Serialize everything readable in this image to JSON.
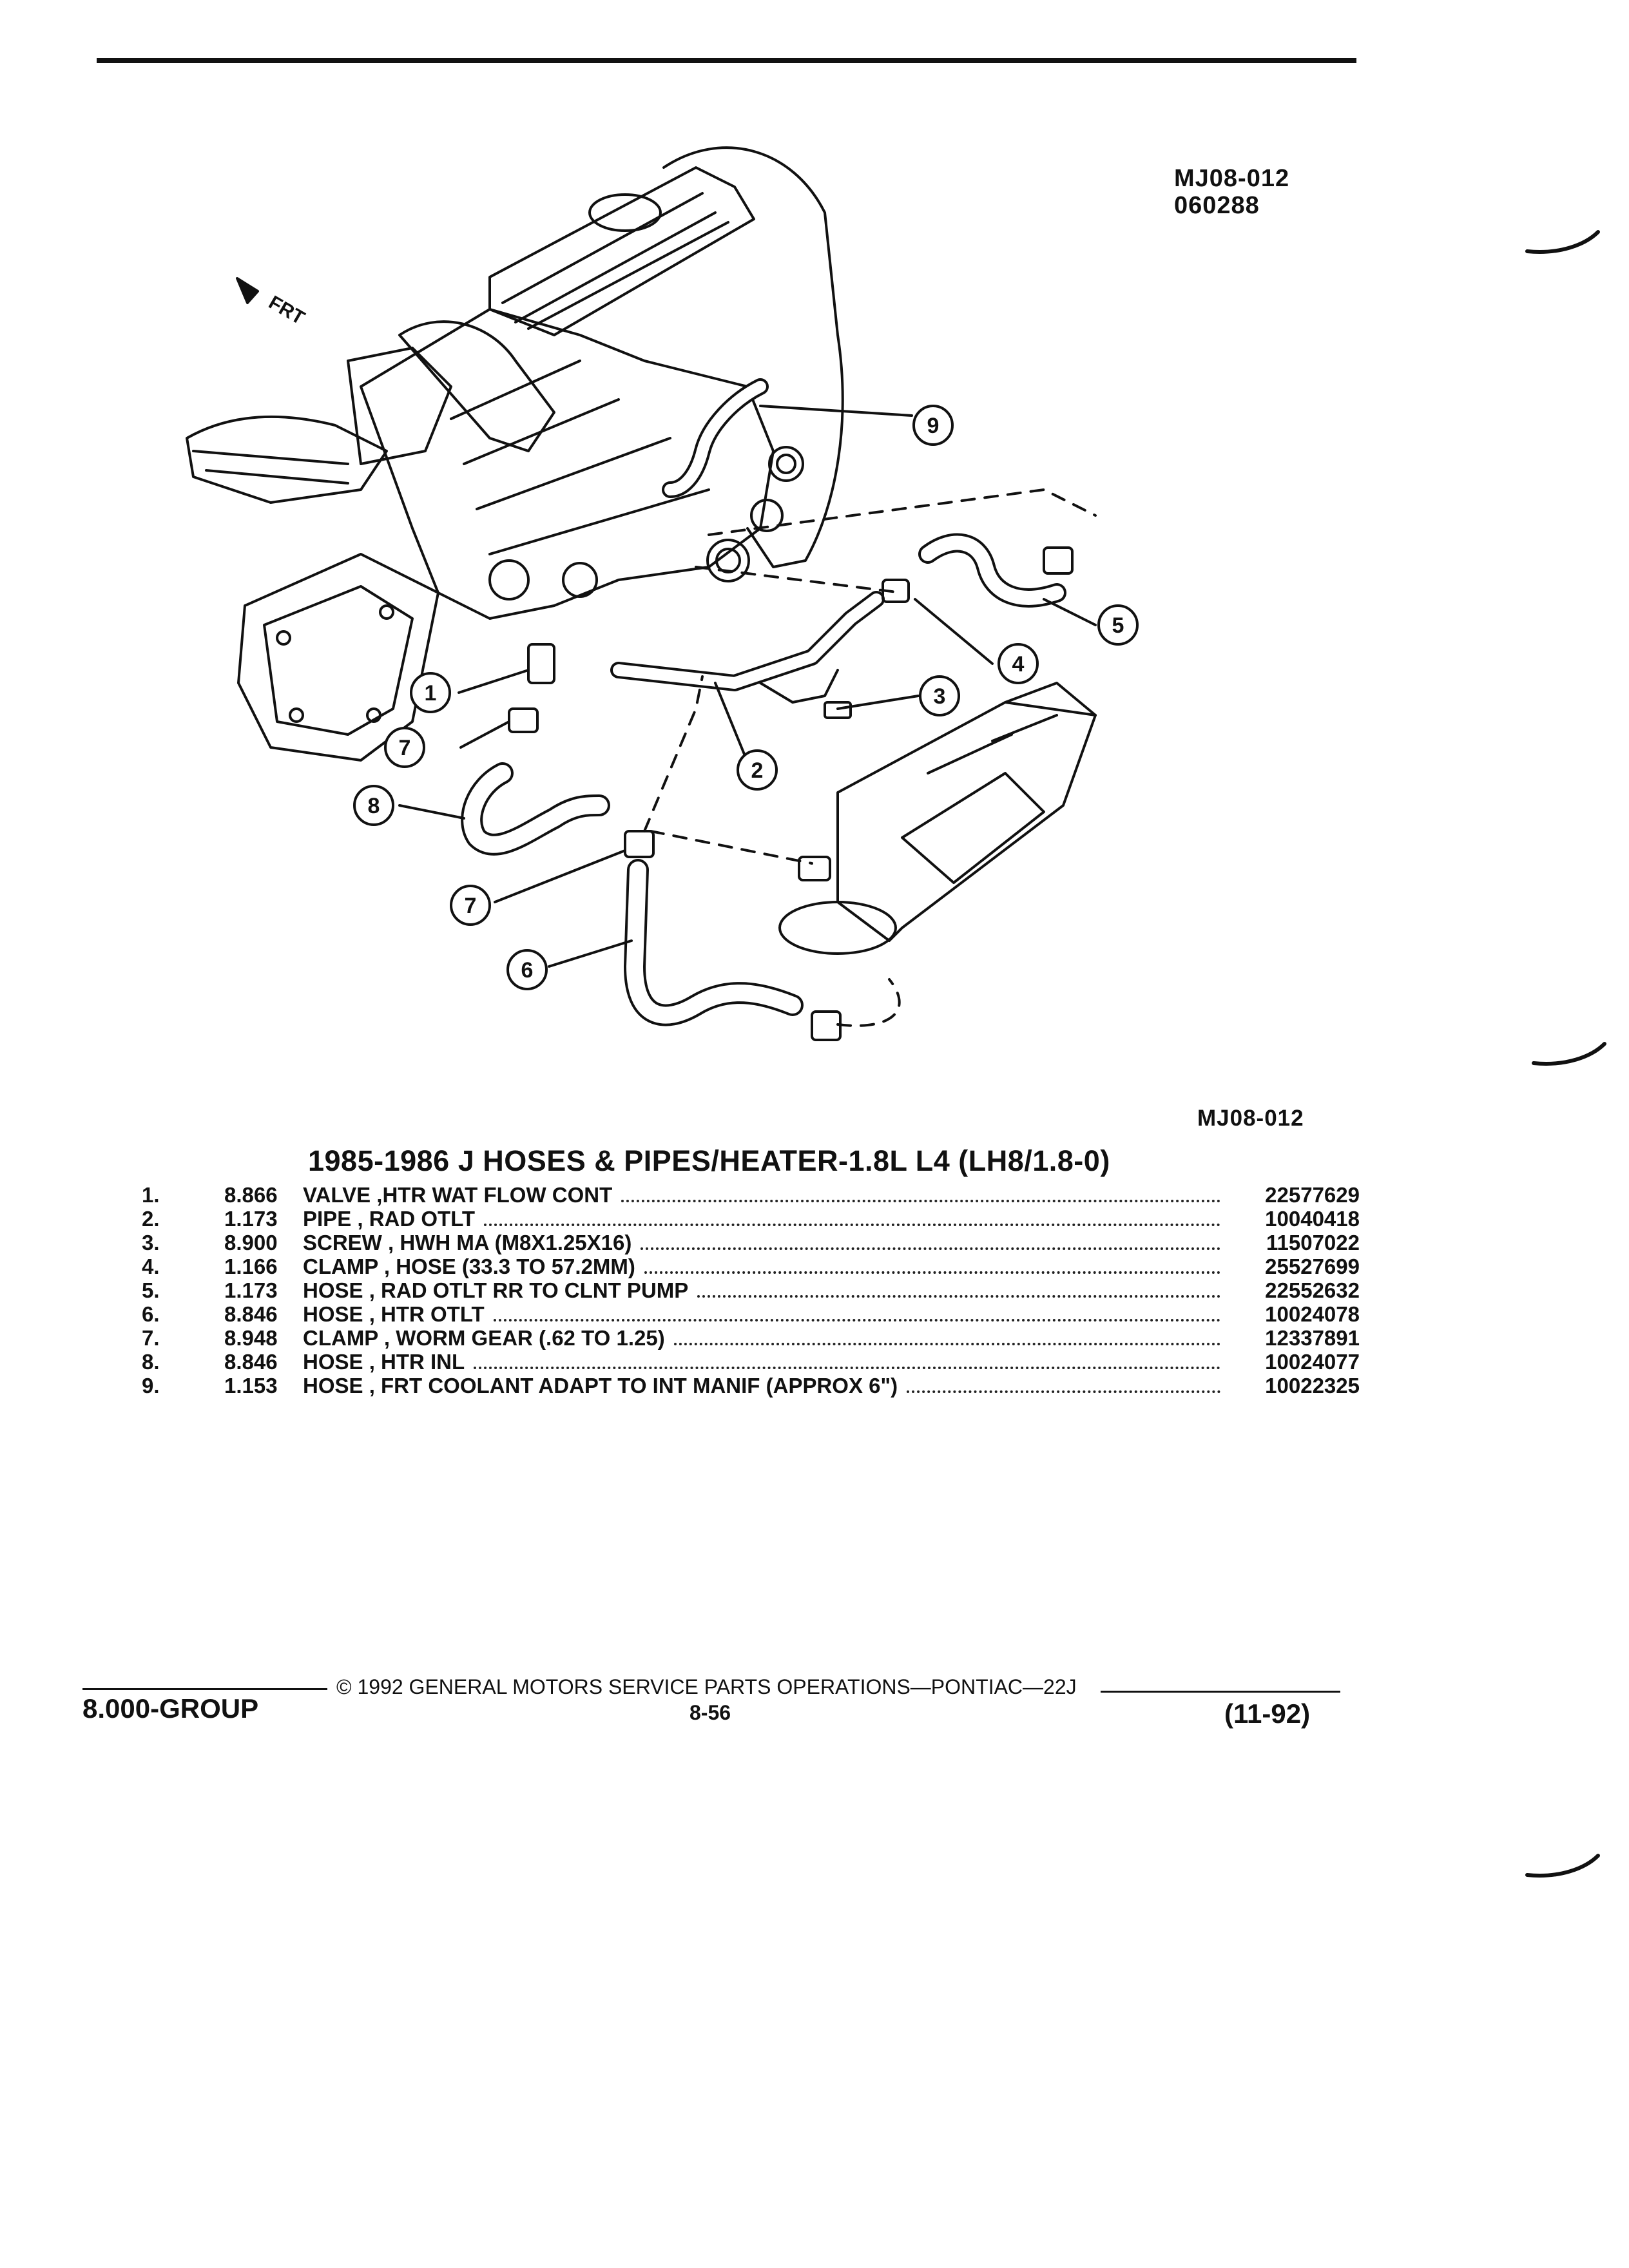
{
  "figure": {
    "code": "MJ08-012",
    "date_code": "060288",
    "front_label": "FRT",
    "callouts": [
      "1",
      "2",
      "3",
      "4",
      "5",
      "6",
      "7",
      "7",
      "8",
      "9"
    ]
  },
  "figure_ref": "MJ08-012",
  "title": "1985-1986 J HOSES & PIPES/HEATER-1.8L L4 (LH8/1.8-0)",
  "parts": [
    {
      "no": "1.",
      "group": "8.866",
      "desc": "VALVE ,HTR WAT FLOW CONT",
      "pn": "22577629"
    },
    {
      "no": "2.",
      "group": "1.173",
      "desc": "PIPE , RAD OTLT",
      "pn": "10040418"
    },
    {
      "no": "3.",
      "group": "8.900",
      "desc": "SCREW , HWH MA (M8X1.25X16)",
      "pn": "11507022"
    },
    {
      "no": "4.",
      "group": "1.166",
      "desc": "CLAMP , HOSE (33.3 TO 57.2MM)",
      "pn": "25527699"
    },
    {
      "no": "5.",
      "group": "1.173",
      "desc": "HOSE , RAD OTLT RR TO CLNT PUMP",
      "pn": "22552632"
    },
    {
      "no": "6.",
      "group": "8.846",
      "desc": "HOSE , HTR OTLT",
      "pn": "10024078"
    },
    {
      "no": "7.",
      "group": "8.948",
      "desc": "CLAMP , WORM GEAR (.62 TO 1.25)",
      "pn": "12337891"
    },
    {
      "no": "8.",
      "group": "8.846",
      "desc": "HOSE , HTR INL",
      "pn": "10024077"
    },
    {
      "no": "9.",
      "group": "1.153",
      "desc": "HOSE , FRT COOLANT ADAPT TO INT MANIF (APPROX 6\")",
      "pn": "10022325"
    }
  ],
  "footer": {
    "copyright": "© 1992 GENERAL MOTORS SERVICE PARTS OPERATIONS—PONTIAC—22J",
    "group": "8.000-GROUP",
    "page": "8-56",
    "date": "(11-92)"
  }
}
